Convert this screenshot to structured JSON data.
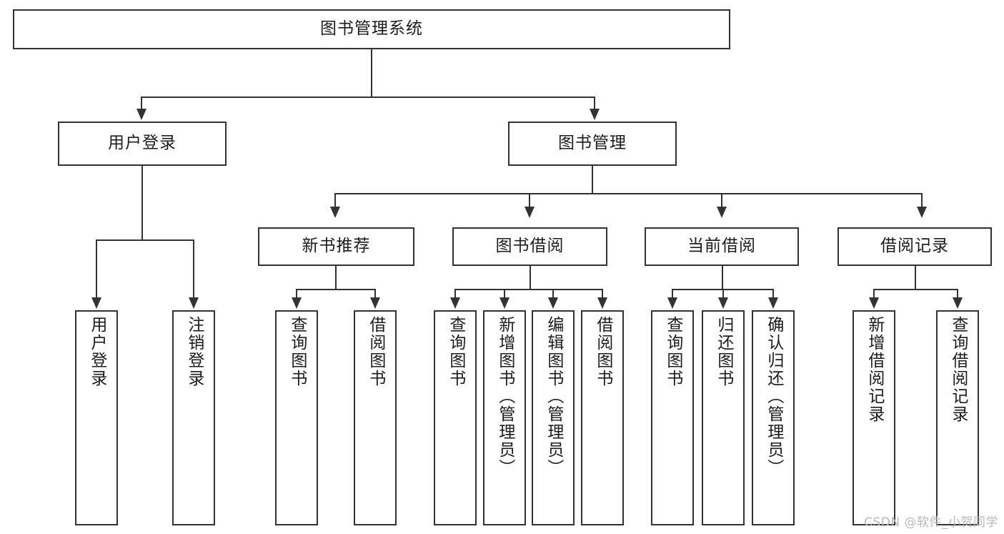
{
  "diagram": {
    "title": "图书管理系统",
    "type": "tree",
    "orientation": "top-down",
    "colors": {
      "box_border": "#333333",
      "box_fill": "#ffffff",
      "connector": "#333333",
      "text": "#1c1c1c",
      "watermark": "#b9b9b9",
      "background": "#ffffff"
    }
  },
  "root": {
    "label": "图书管理系统"
  },
  "level2": [
    {
      "label": "用户登录"
    },
    {
      "label": "图书管理"
    }
  ],
  "level3": [
    {
      "label": "新书推荐"
    },
    {
      "label": "图书借阅"
    },
    {
      "label": "当前借阅"
    },
    {
      "label": "借阅记录"
    }
  ],
  "leaves": {
    "user_login": [
      {
        "label": "用户登录"
      },
      {
        "label": "注销登录"
      }
    ],
    "new_book_recommend": [
      {
        "label": "查询图书"
      },
      {
        "label": "借阅图书"
      }
    ],
    "book_borrow": [
      {
        "label": "查询图书"
      },
      {
        "label": "新增图书（管理员）"
      },
      {
        "label": "编辑图书（管理员）"
      },
      {
        "label": "借阅图书"
      }
    ],
    "current_borrow": [
      {
        "label": "查询图书"
      },
      {
        "label": "归还图书"
      },
      {
        "label": "确认归还（管理员）"
      }
    ],
    "borrow_records": [
      {
        "label": "新增借阅记录"
      },
      {
        "label": "查询借阅记录"
      }
    ]
  },
  "watermark": {
    "text": "CSDN @软件_小贺同学"
  }
}
